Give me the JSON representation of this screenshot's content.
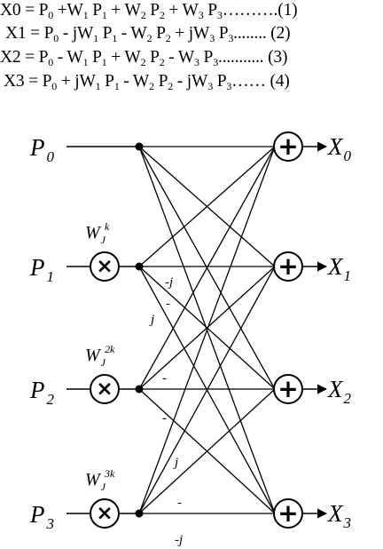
{
  "equations": [
    {
      "lhs": "X0",
      "terms": [
        {
          "op": "",
          "coef": "",
          "w": "",
          "ws": "",
          "p": "P",
          "ps": "0"
        },
        {
          "op": "+",
          "coef": "",
          "w": "W",
          "ws": "1",
          "p": "P",
          "ps": "1"
        },
        {
          "op": "+",
          "coef": "",
          "w": "W",
          "ws": "2",
          "p": "P",
          "ps": "2"
        },
        {
          "op": "+",
          "coef": "",
          "w": "W",
          "ws": "3",
          "p": "P",
          "ps": "3"
        }
      ],
      "tail": "……….(1)"
    },
    {
      "lhs": "X1",
      "terms": [
        {
          "op": "",
          "coef": "",
          "w": "",
          "ws": "",
          "p": "P",
          "ps": "0"
        },
        {
          "op": "-",
          "coef": "j",
          "w": "W",
          "ws": "1",
          "p": "P",
          "ps": "1"
        },
        {
          "op": "-",
          "coef": "",
          "w": "W",
          "ws": "2",
          "p": "P",
          "ps": "2"
        },
        {
          "op": "+",
          "coef": "j",
          "w": "W",
          "ws": "3",
          "p": "P",
          "ps": "3"
        }
      ],
      "tail": "........ (2)"
    },
    {
      "lhs": "X2",
      "terms": [
        {
          "op": "",
          "coef": "",
          "w": "",
          "ws": "",
          "p": "P",
          "ps": "0"
        },
        {
          "op": "-",
          "coef": "",
          "w": "W",
          "ws": "1",
          "p": "P",
          "ps": "1"
        },
        {
          "op": "+",
          "coef": "",
          "w": "W",
          "ws": "2",
          "p": "P",
          "ps": "2"
        },
        {
          "op": "-",
          "coef": "",
          "w": "W",
          "ws": "3",
          "p": "P",
          "ps": "3"
        }
      ],
      "tail": "........... (3)"
    },
    {
      "lhs": "X3",
      "terms": [
        {
          "op": "",
          "coef": "",
          "w": "",
          "ws": "",
          "p": "P",
          "ps": "0"
        },
        {
          "op": "+",
          "coef": "j",
          "w": "W",
          "ws": "1",
          "p": "P",
          "ps": "1"
        },
        {
          "op": "-",
          "coef": "",
          "w": "W",
          "ws": "2",
          "p": "P",
          "ps": "2"
        },
        {
          "op": "-",
          "coef": "j",
          "w": "W",
          "ws": "3",
          "p": "P",
          "ps": "3"
        }
      ],
      "tail": "…… (4)"
    }
  ],
  "diagram": {
    "inputs": [
      {
        "name": "P",
        "sub": "0"
      },
      {
        "name": "P",
        "sub": "1"
      },
      {
        "name": "P",
        "sub": "2"
      },
      {
        "name": "P",
        "sub": "3"
      }
    ],
    "outputs": [
      {
        "name": "X",
        "sub": "0"
      },
      {
        "name": "X",
        "sub": "1"
      },
      {
        "name": "X",
        "sub": "2"
      },
      {
        "name": "X",
        "sub": "3"
      }
    ],
    "twiddles": [
      {
        "name": "W",
        "sub": "J",
        "sup": "k"
      },
      {
        "name": "W",
        "sub": "J",
        "sup": "2k"
      },
      {
        "name": "W",
        "sub": "J",
        "sup": "3k"
      }
    ],
    "multiplier_symbol": "×",
    "adder_symbol": "+",
    "branch_labels": [
      "-j",
      "-",
      "j",
      "-",
      "-",
      "j",
      "-",
      "-j"
    ]
  }
}
